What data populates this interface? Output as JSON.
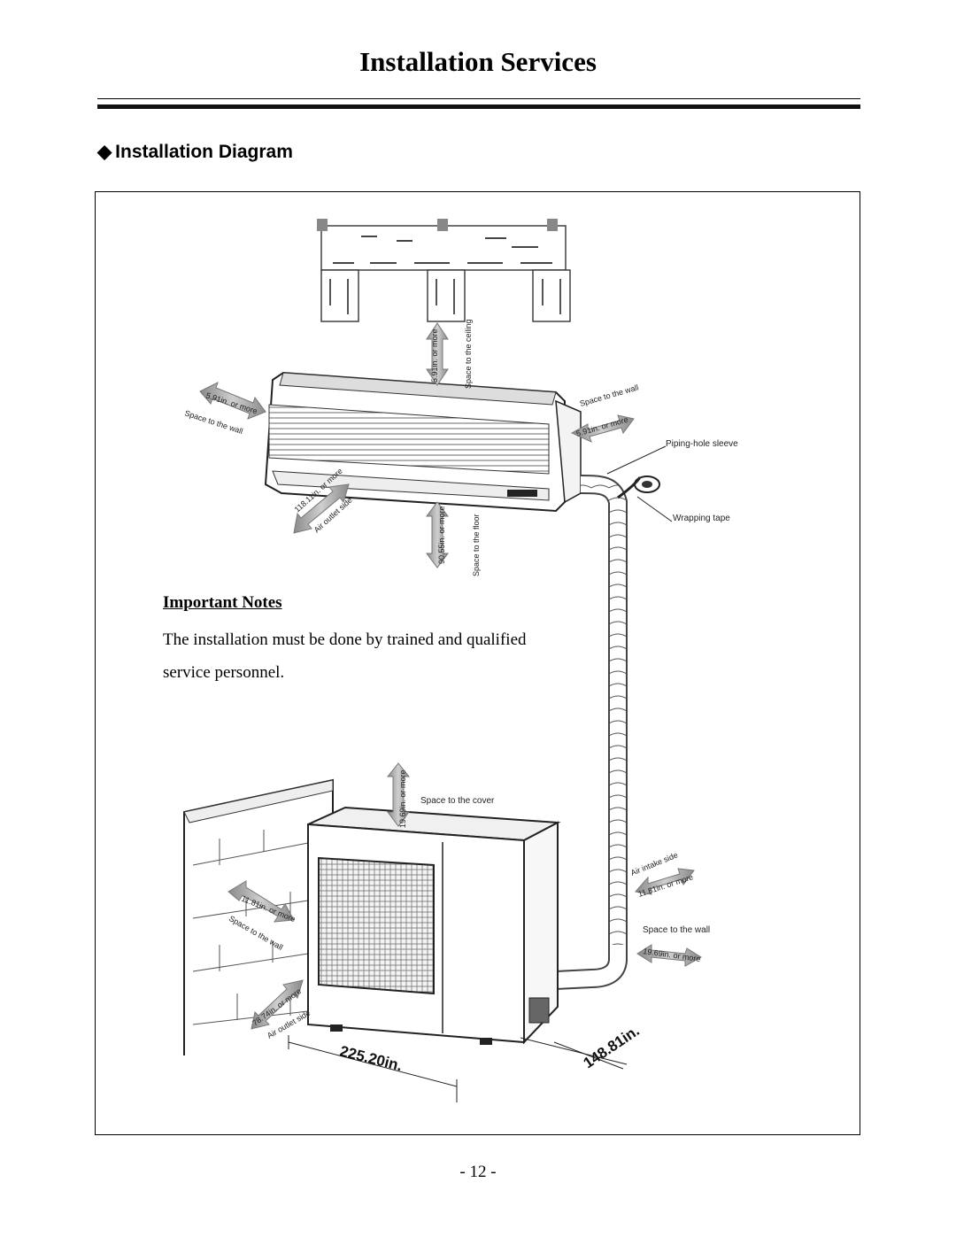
{
  "header": {
    "title": "Installation Services"
  },
  "section": {
    "marker": "◆",
    "heading": "Installation Diagram"
  },
  "notes": {
    "title": "Important Notes",
    "body": "The installation must be done by trained and qualified service personnel."
  },
  "diagram": {
    "indoor_labels": {
      "ceiling_distance": "5.91in. or more",
      "ceiling_label": "Space to the ceiling",
      "left_wall_distance": "5.91in. or more",
      "left_wall_label": "Space to the wall",
      "right_wall_label": "Space to the wall",
      "right_wall_distance": "5.91in. or more",
      "outlet_distance": "118.11in. or more",
      "outlet_label": "Air outlet side",
      "floor_distance": "90.55in. or more",
      "floor_label": "Space to the floor",
      "piping_sleeve": "Piping-hole sleeve",
      "wrapping_tape": "Wrapping tape"
    },
    "outdoor_labels": {
      "cover_distance": "19.69in. or more",
      "cover_label": "Space to the cover",
      "back_wall_distance": "11.81in. or more",
      "back_wall_label": "Space to the wall",
      "outlet_distance": "78.74in. or more",
      "outlet_label": "Air outlet side",
      "intake_label": "Air intake side",
      "intake_distance": "11.81in. or more",
      "side_wall_label": "Space to the wall",
      "side_wall_distance": "19.69in. or more",
      "width_dimension": "225.20in.",
      "depth_dimension": "148.81in."
    }
  },
  "footer": {
    "page_number": "- 12 -"
  }
}
